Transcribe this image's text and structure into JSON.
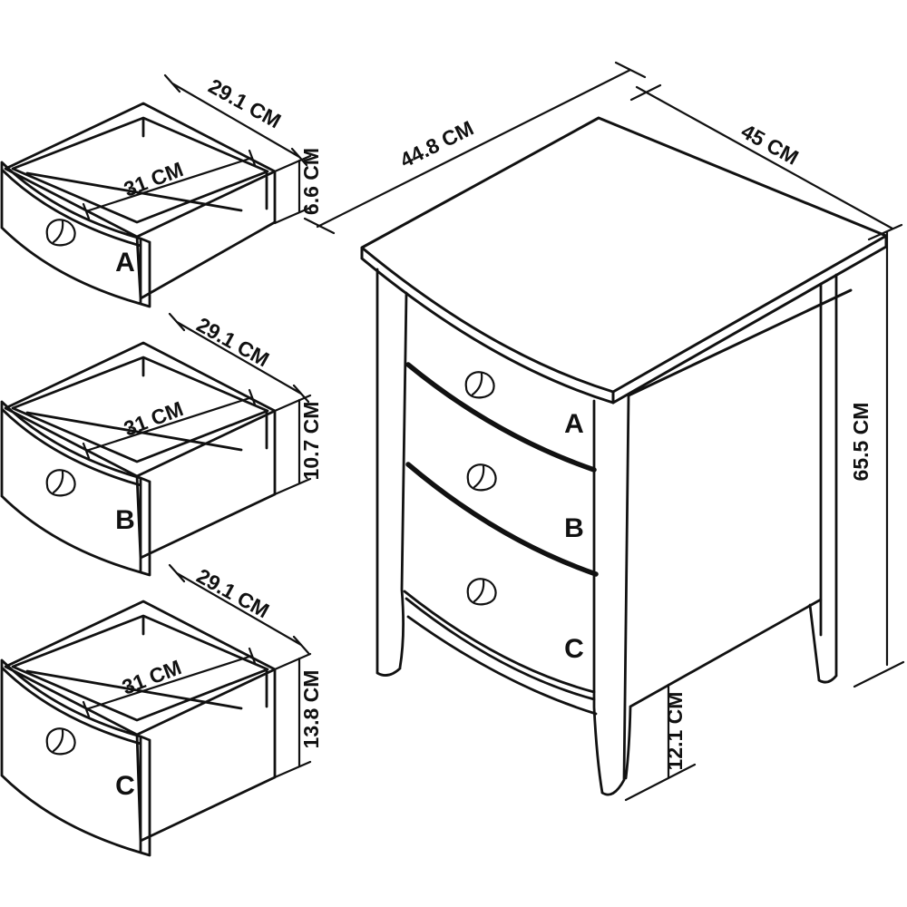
{
  "diagram": {
    "type": "furniture-dimension-diagram",
    "drawers": [
      {
        "label": "A",
        "width_label": "29.1 CM",
        "depth_label": "31 CM",
        "height_label": "6.6 CM"
      },
      {
        "label": "B",
        "width_label": "29.1 CM",
        "depth_label": "31 CM",
        "height_label": "10.7 CM"
      },
      {
        "label": "C",
        "width_label": "29.1 CM",
        "depth_label": "31 CM",
        "height_label": "13.8 CM"
      }
    ],
    "cabinet": {
      "depth_label": "44.8 CM",
      "width_label": "45 CM",
      "height_label": "65.5 CM",
      "leg_height_label": "12.1 CM",
      "drawer_labels": [
        "A",
        "B",
        "C"
      ]
    },
    "colors": {
      "line": "#111111",
      "background": "#ffffff"
    }
  }
}
